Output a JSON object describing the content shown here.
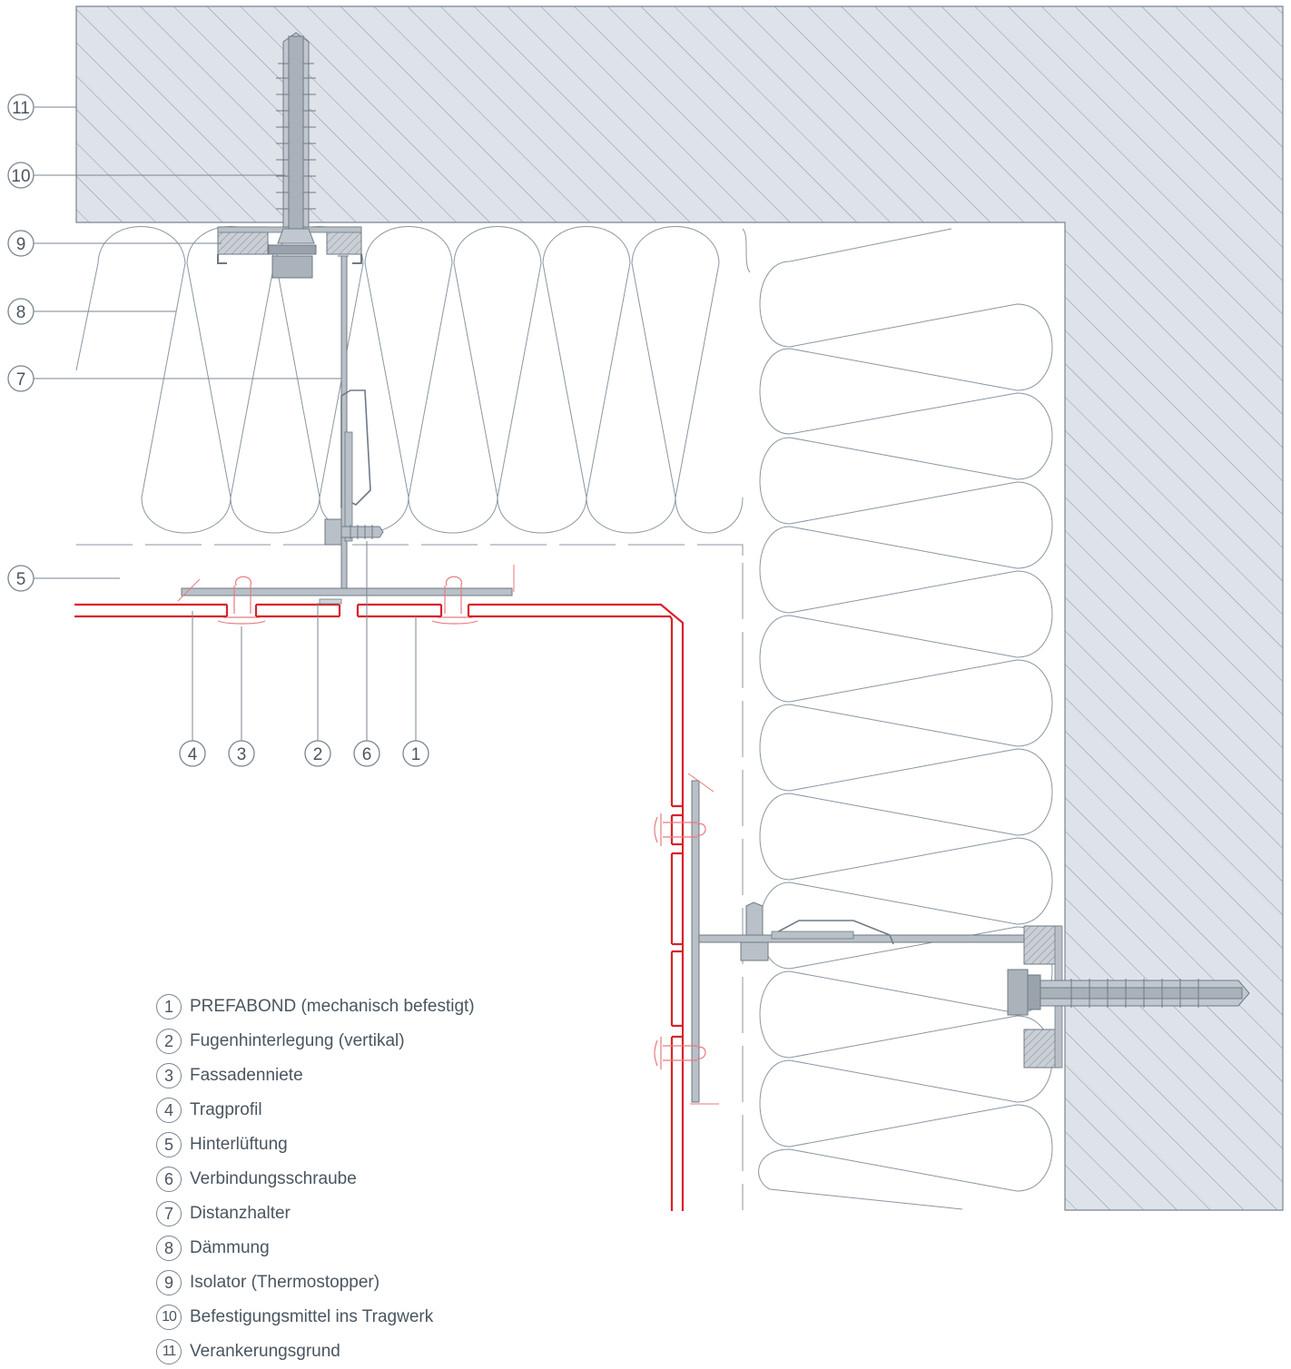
{
  "diagram": {
    "callouts_left": [
      "11",
      "10",
      "9",
      "8",
      "7",
      "5"
    ],
    "callouts_bottom": [
      "4",
      "3",
      "2",
      "6",
      "1"
    ]
  },
  "legend": [
    {
      "num": "1",
      "label": "PREFABOND (mechanisch befestigt)"
    },
    {
      "num": "2",
      "label": "Fugenhinterlegung (vertikal)"
    },
    {
      "num": "3",
      "label": "Fassadenniete"
    },
    {
      "num": "4",
      "label": "Tragprofil"
    },
    {
      "num": "5",
      "label": "Hinterlüftung"
    },
    {
      "num": "6",
      "label": "Verbindungsschraube"
    },
    {
      "num": "7",
      "label": "Distanzhalter"
    },
    {
      "num": "8",
      "label": "Dämmung"
    },
    {
      "num": "9",
      "label": "Isolator (Thermostopper)"
    },
    {
      "num": "10",
      "label": "Befestigungsmittel ins Tragwerk"
    },
    {
      "num": "11",
      "label": "Verankerungsgrund"
    }
  ],
  "colors": {
    "concrete": "#dde3e9",
    "hatch": "#8794a2",
    "line": "#7a8590",
    "panel_red": "#d8232a",
    "rivet_red": "#e87a7e",
    "metal": "#b9c0c7"
  }
}
